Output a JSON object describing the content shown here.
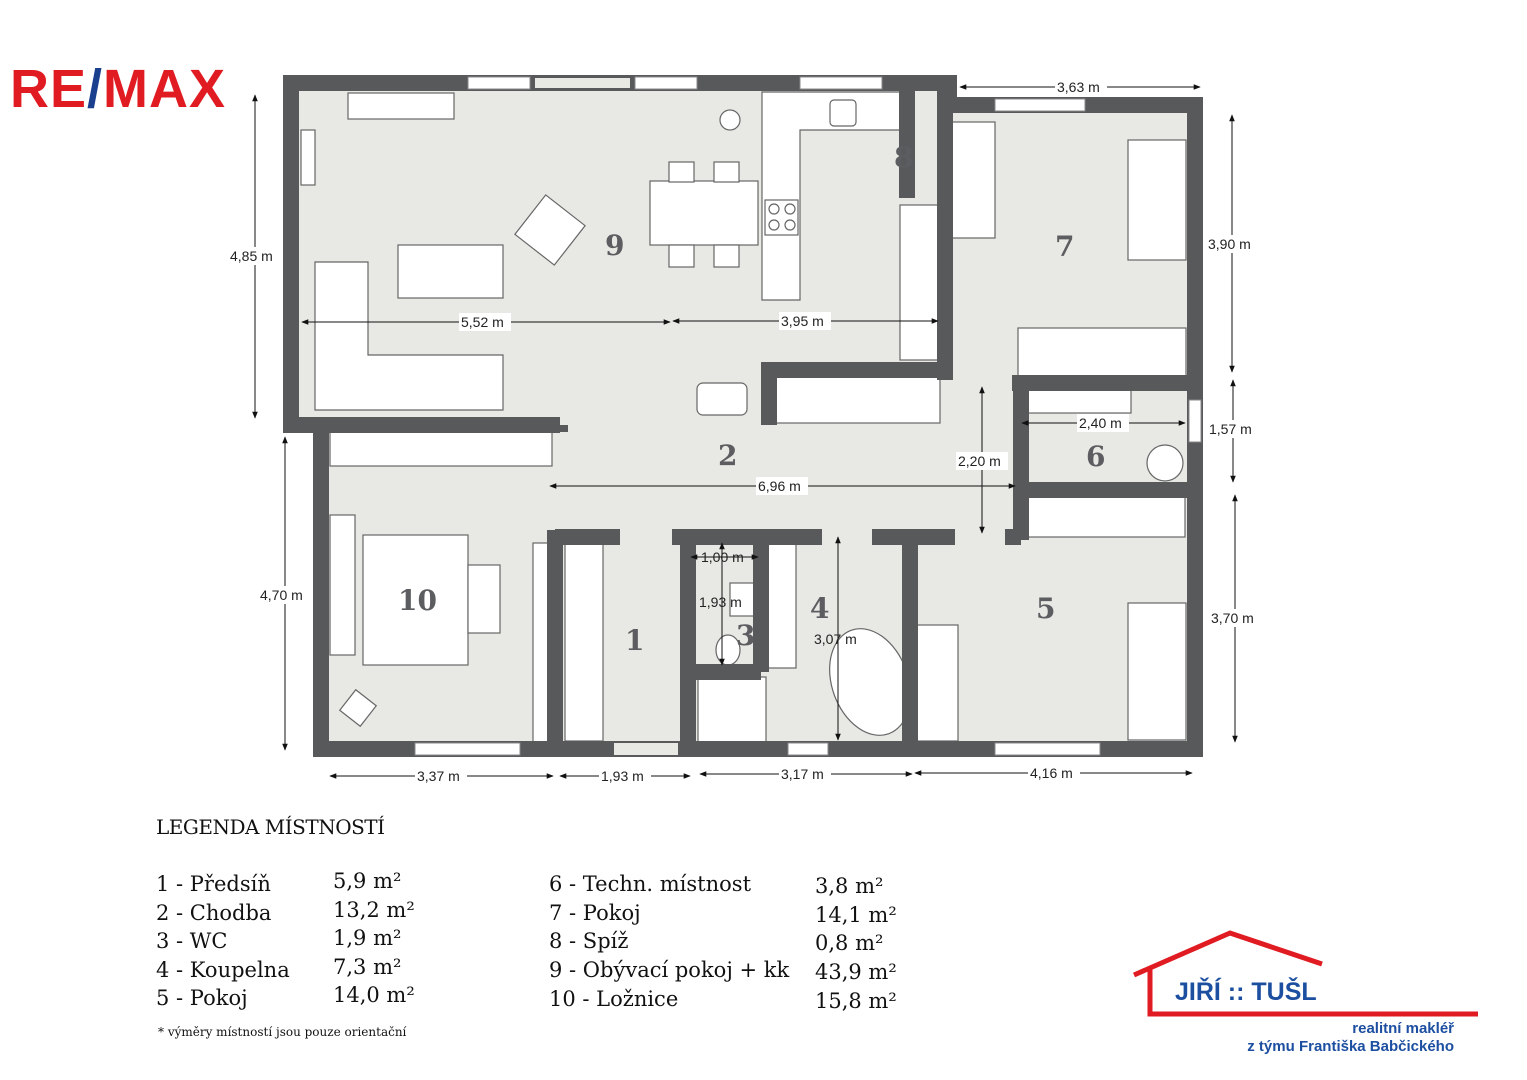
{
  "brand": {
    "remax_left": "RE",
    "remax_slash": "/",
    "remax_right": "MAX"
  },
  "agent": {
    "name": "JIŘÍ :: TUŠL",
    "line1": "realitní makléř",
    "line2": "z týmu Františka Babčického"
  },
  "colors": {
    "wall": "#58595b",
    "floor": "#e8e9e4",
    "remax_red": "#e11b22",
    "remax_blue": "#1b3f8f",
    "agent_blue": "#1d4fa1"
  },
  "rooms": [
    "1",
    "2",
    "3",
    "4",
    "5",
    "6",
    "7",
    "8",
    "9",
    "10"
  ],
  "dimensions": {
    "d363": "3,63 m",
    "d485": "4,85 m",
    "d390": "3,90 m",
    "d157": "1,57 m",
    "d370": "3,70 m",
    "d470": "4,70 m",
    "d552": "5,52 m",
    "d395": "3,95 m",
    "d696": "6,96 m",
    "d220": "2,20 m",
    "d240": "2,40 m",
    "d100": "1,00 m",
    "d193a": "1,93 m",
    "d307": "3,07 m",
    "d337": "3,37 m",
    "d193b": "1,93 m",
    "d317": "3,17 m",
    "d416": "4,16 m"
  },
  "legend": {
    "title": "LEGENDA MÍSTNOSTÍ",
    "left": [
      {
        "label": "1 - Předsíň",
        "area": "5,9 m²"
      },
      {
        "label": "2 - Chodba",
        "area": "13,2 m²"
      },
      {
        "label": "3 - WC",
        "area": "1,9 m²"
      },
      {
        "label": "4 - Koupelna",
        "area": "7,3 m²"
      },
      {
        "label": "5 - Pokoj",
        "area": "14,0 m²"
      }
    ],
    "right": [
      {
        "label": "6 - Techn. místnost",
        "area": "3,8 m²"
      },
      {
        "label": "7 - Pokoj",
        "area": "14,1 m²"
      },
      {
        "label": "8 - Spíž",
        "area": "0,8 m²"
      },
      {
        "label": "9 - Obývací pokoj + kk",
        "area": "43,9 m²"
      },
      {
        "label": "10 - Ložnice",
        "area": "15,8 m²"
      }
    ],
    "note": "* výměry místností jsou pouze orientační"
  }
}
